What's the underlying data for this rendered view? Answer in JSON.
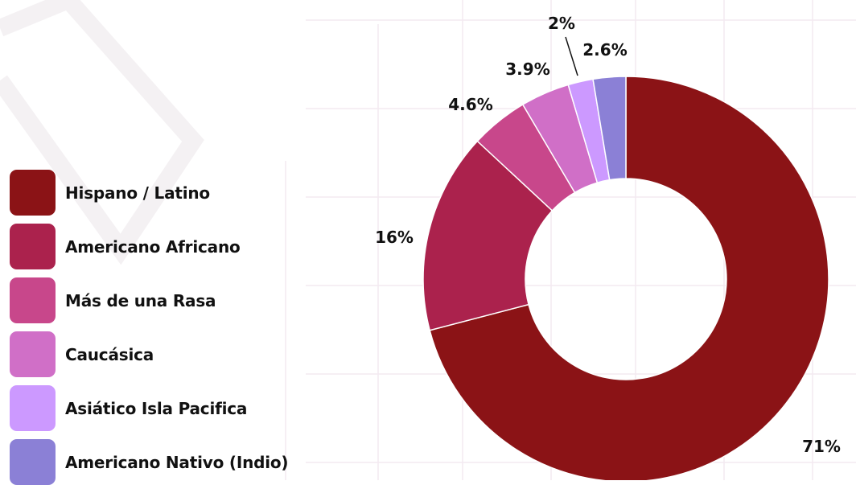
{
  "chart_data": {
    "type": "donut",
    "title": "",
    "legend_position": "left",
    "series": [
      {
        "name": "Hispano / Latino",
        "value": 71,
        "label": "71%",
        "color": "#8b1316"
      },
      {
        "name": "Americano Africano",
        "value": 16,
        "label": "16%",
        "color": "#ab224d"
      },
      {
        "name": "Más de una Rasa",
        "value": 4.6,
        "label": "4.6%",
        "color": "#c8478b"
      },
      {
        "name": "Caucásica",
        "value": 3.9,
        "label": "3.9%",
        "color": "#d06fc7"
      },
      {
        "name": "Asiático Isla Pacifica",
        "value": 2,
        "label": "2%",
        "color": "#cc99ff"
      },
      {
        "name": "Americano Nativo (Indio)",
        "value": 2.6,
        "label": "2.6%",
        "color": "#8b80d6"
      }
    ]
  }
}
